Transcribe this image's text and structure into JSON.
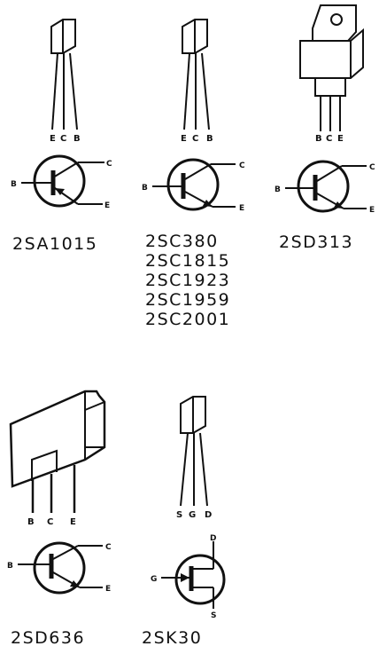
{
  "colors": {
    "ink": "#111111",
    "paper": "#ffffff"
  },
  "parts": {
    "pnp_to92": {
      "package_pins": [
        "E",
        "C",
        "B"
      ],
      "symbol_pins": {
        "base": "B",
        "collector": "C",
        "emitter": "E"
      },
      "names": [
        "2SA1015"
      ]
    },
    "npn_to92": {
      "package_pins": [
        "E",
        "C",
        "B"
      ],
      "symbol_pins": {
        "base": "B",
        "collector": "C",
        "emitter": "E"
      },
      "names": [
        "2SC380",
        "2SC1815",
        "2SC1923",
        "2SC1959",
        "2SC2001"
      ]
    },
    "npn_to220": {
      "package_pins": [
        "B",
        "C",
        "E"
      ],
      "symbol_pins": {
        "base": "B",
        "collector": "C",
        "emitter": "E"
      },
      "names": [
        "2SD313"
      ]
    },
    "npn_flat": {
      "package_pins": [
        "B",
        "C",
        "E"
      ],
      "symbol_pins": {
        "base": "B",
        "collector": "C",
        "emitter": "E"
      },
      "names": [
        "2SD636"
      ]
    },
    "jfet_to92": {
      "package_pins": [
        "S",
        "G",
        "D"
      ],
      "symbol_pins": {
        "gate": "G",
        "drain": "D",
        "source": "S"
      },
      "names": [
        "2SK30"
      ]
    }
  }
}
